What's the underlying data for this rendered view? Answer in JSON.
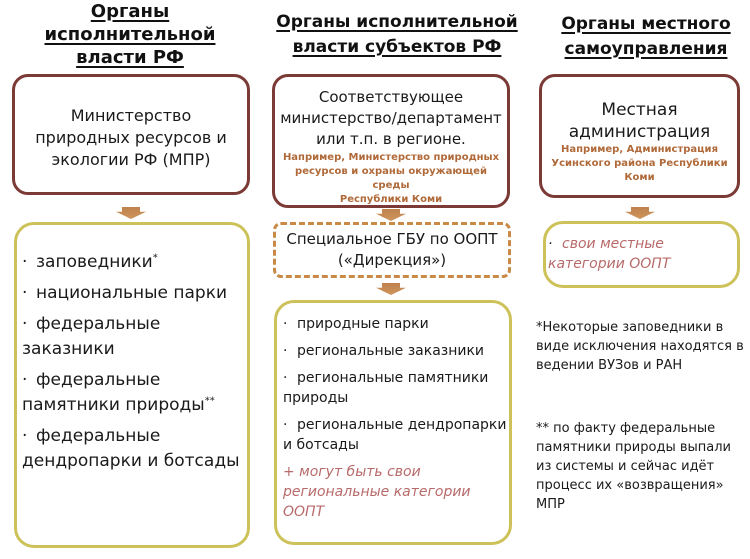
{
  "colors": {
    "top_box_border": "#7b3a36",
    "bottom_box_border": "#cdc25a",
    "dashed_box_border": "#c88a46",
    "arrow": "#c07e42",
    "example_text": "#b06a3a",
    "italic_note": "#b86a6a"
  },
  "columns": [
    {
      "heading": [
        "Органы",
        "исполнительной",
        "власти РФ"
      ],
      "top_box": {
        "main": [
          "Министерство",
          "природных ресурсов и",
          "экологии РФ (МПР)"
        ]
      },
      "list": [
        {
          "text": "заповедники",
          "sup": "*"
        },
        {
          "text": "национальные парки",
          "sup": ""
        },
        {
          "text": "федеральные заказники",
          "sup": ""
        },
        {
          "text": "федеральные памятники природы",
          "sup": "**"
        },
        {
          "text": "федеральные дендропарки и ботсады",
          "sup": ""
        }
      ]
    },
    {
      "heading": [
        "Органы исполнительной",
        "власти субъектов РФ"
      ],
      "top_box": {
        "main": [
          "Соответствующее",
          "министерство/департамент",
          "или т.п. в регионе."
        ],
        "example": [
          "Например, Министерство природных",
          "ресурсов и охраны окружающей среды",
          "Республики Коми"
        ]
      },
      "middle_box": [
        "Специальное ГБУ по ООПТ",
        "(«Дирекция»)"
      ],
      "list": [
        {
          "text": "природные парки"
        },
        {
          "text": "региональные заказники"
        },
        {
          "text": "региональные памятники природы"
        },
        {
          "text": "региональные дендропарки и ботсады"
        }
      ],
      "note": "+ могут быть свои региональные категории ООПТ"
    },
    {
      "heading": [
        "Органы местного",
        "самоуправления"
      ],
      "top_box": {
        "main": [
          "Местная",
          "администрация"
        ],
        "example": [
          "Например, Администрация",
          "Усинского района Республики",
          "Коми"
        ]
      },
      "list": [
        {
          "text": "свои местные категории ООПТ"
        }
      ]
    }
  ],
  "footnotes": [
    "*Некоторые заповедники в виде исключения находятся в ведении ВУЗов и РАН",
    "** по факту федеральные памятники природы выпали из системы и сейчас идёт процесс их «возвращения» МПР"
  ],
  "bullet": "·"
}
